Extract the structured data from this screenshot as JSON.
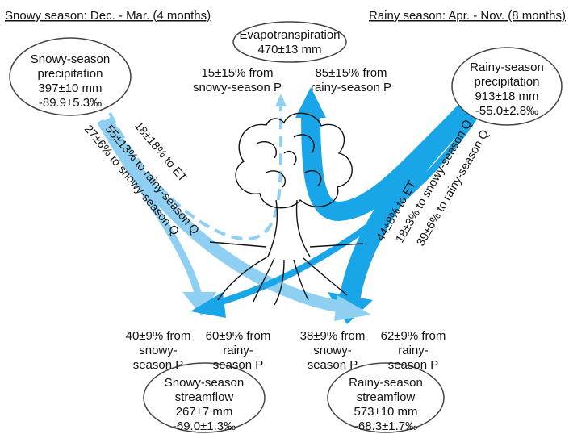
{
  "headers": {
    "snowy": "Snowy season: Dec. - Mar. (4 months)",
    "rainy": "Rainy season: Apr. - Nov. (8 months)"
  },
  "nodes": {
    "snowy_precip": {
      "lines": [
        "Snowy-season",
        "precipitation",
        "397±10 mm",
        "-89.9±5.3‰"
      ]
    },
    "et": {
      "lines": [
        "Evapotranspiration",
        "470±13 mm"
      ]
    },
    "rainy_precip": {
      "lines": [
        "Rainy-season",
        "precipitation",
        "913±18 mm",
        "-55.0±2.8‰"
      ]
    },
    "snowy_flow": {
      "lines": [
        "Snowy-season",
        "streamflow",
        "267±7 mm",
        "-69.0±1.3‰"
      ]
    },
    "rainy_flow": {
      "lines": [
        "Rainy-season",
        "streamflow",
        "573±10 mm",
        "-68.3±1.7‰"
      ]
    }
  },
  "et_sources": {
    "snowy": [
      "15±15% from",
      "snowy-season P"
    ],
    "rainy": [
      "85±15% from",
      "rainy-season P"
    ]
  },
  "streamflow_sources": {
    "snowy_from_snowy": [
      "40±9% from",
      "snowy-",
      "season P"
    ],
    "snowy_from_rainy": [
      "60±9% from",
      "rainy-",
      "season P"
    ],
    "rainy_from_snowy": [
      "38±9% from",
      "snowy-",
      "season P"
    ],
    "rainy_from_rainy": [
      "62±9% from",
      "rainy-",
      "season P"
    ]
  },
  "flows": {
    "snow_to_et": "18±18% to ET",
    "snow_to_rainy_q": "55±13% to rainy-season Q",
    "snow_to_snowy_q": "27±6% to snowy-season Q",
    "rain_to_et": "44±8% to ET",
    "rain_to_snowy_q": "18±3% to snowy-season Q",
    "rain_to_rainy_q": "39±6% to rainy-season Q"
  },
  "colors": {
    "snowy_flow": "#8fd0f2",
    "rainy_flow": "#19a6e8",
    "outline": "#444444"
  }
}
